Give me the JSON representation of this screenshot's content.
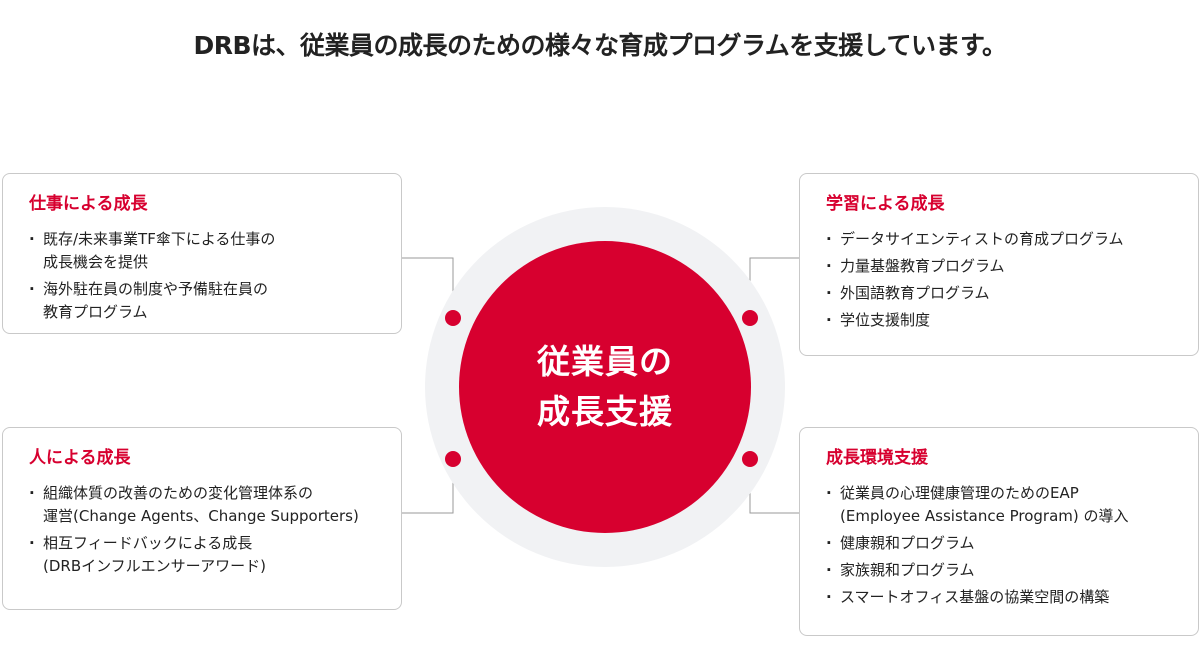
{
  "headline": "DRBは、従業員の成長のための様々な育成プログラムを支援しています。",
  "center": {
    "line1": "従業員の",
    "line2": "成長支援"
  },
  "cards": {
    "work": {
      "title": "仕事による成長",
      "items": [
        [
          "既存/未来事業TF傘下による仕事の",
          "成長機会を提供"
        ],
        [
          "海外駐在員の制度や予備駐在員の",
          "教育プログラム"
        ]
      ]
    },
    "people": {
      "title": "人による成長",
      "items": [
        [
          "組織体質の改善のための変化管理体系の",
          "運営(Change Agents、Change Supporters)"
        ],
        [
          "相互フィードバックによる成長",
          "(DRBインフルエンサーアワード)"
        ]
      ]
    },
    "learning": {
      "title": "学習による成長",
      "items": [
        [
          "データサイエンティストの育成プログラム"
        ],
        [
          "力量基盤教育プログラム"
        ],
        [
          "外国語教育プログラム"
        ],
        [
          "学位支援制度"
        ]
      ]
    },
    "environment": {
      "title": "成長環境支援",
      "items": [
        [
          "従業員の心理健康管理のためのEAP",
          "(Employee Assistance Program) の導入"
        ],
        [
          "健康親和プログラム"
        ],
        [
          "家族親和プログラム"
        ],
        [
          "スマートオフィス基盤の協業空間の構築"
        ]
      ]
    }
  },
  "colors": {
    "accent": "#d7002f",
    "ring": "#f1f2f4",
    "border": "#c9c9c9",
    "text": "#222222"
  }
}
